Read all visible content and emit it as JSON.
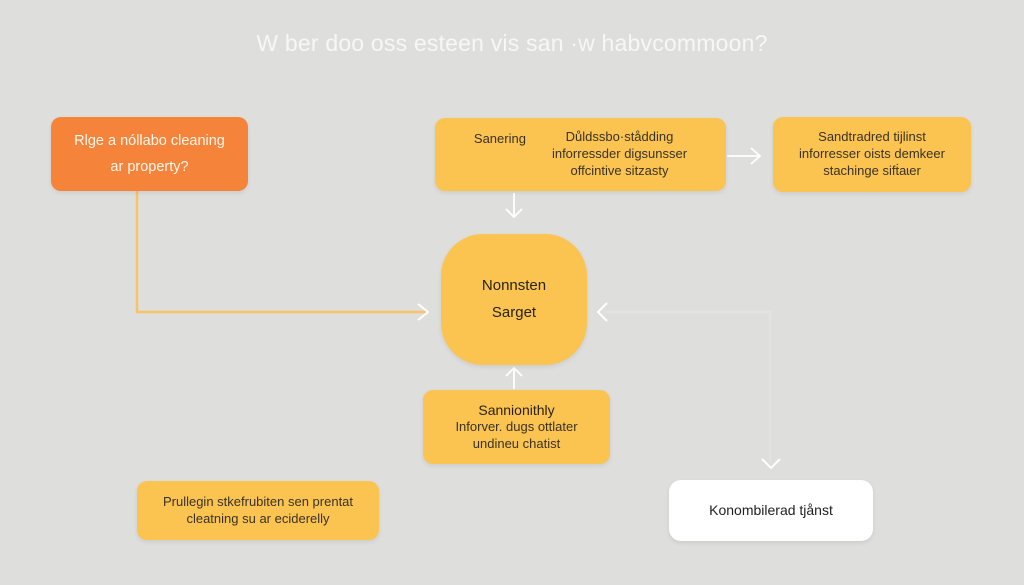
{
  "title": "W ber doo oss esteen vis san ·w habvcommoon?",
  "colors": {
    "background": "#dededc",
    "orange_node": "#f58339",
    "yellow_node": "#fbc451",
    "white_node": "#ffffff",
    "connector_orange": "#f7c36a",
    "arrow": "#ffffff"
  },
  "nodes": {
    "start": {
      "line1": "Rlge a nóllabo cleaning",
      "line2": "ar property?"
    },
    "top_middle": {
      "label": "Sanering",
      "line1": "Důldssbo·stådding",
      "line2": "inforressder digsunsser",
      "line3": "offcintive sitzasty"
    },
    "top_right": {
      "line1": "Sandtradred tijlinst",
      "line2": "inforresser oists demkeer",
      "line3": "stachinge sifṫaɩer"
    },
    "center": {
      "line1": "Nonnsten",
      "line2": "Sarget"
    },
    "bottom_middle": {
      "line1": "Sannionithly",
      "line2": "Inforver. dugs ottlater",
      "line3": "undineu chatist"
    },
    "bottom_left": {
      "line1": "Prullegin stkefrubiten sen prentat",
      "line2": "cleatning su ar eciderelly"
    },
    "bottom_right": {
      "label": "Konombilerad tjånst"
    }
  },
  "arrows": [
    {
      "from": "start",
      "to": "center",
      "direction": "right"
    },
    {
      "from": "top_middle",
      "to": "center",
      "direction": "down"
    },
    {
      "from": "top_middle",
      "to": "top_right",
      "direction": "right"
    },
    {
      "from": "bottom_middle",
      "to": "center",
      "direction": "up"
    },
    {
      "from": "right_connector",
      "to": "center",
      "direction": "left"
    },
    {
      "from": "right_connector",
      "to": "bottom_right",
      "direction": "down"
    }
  ]
}
